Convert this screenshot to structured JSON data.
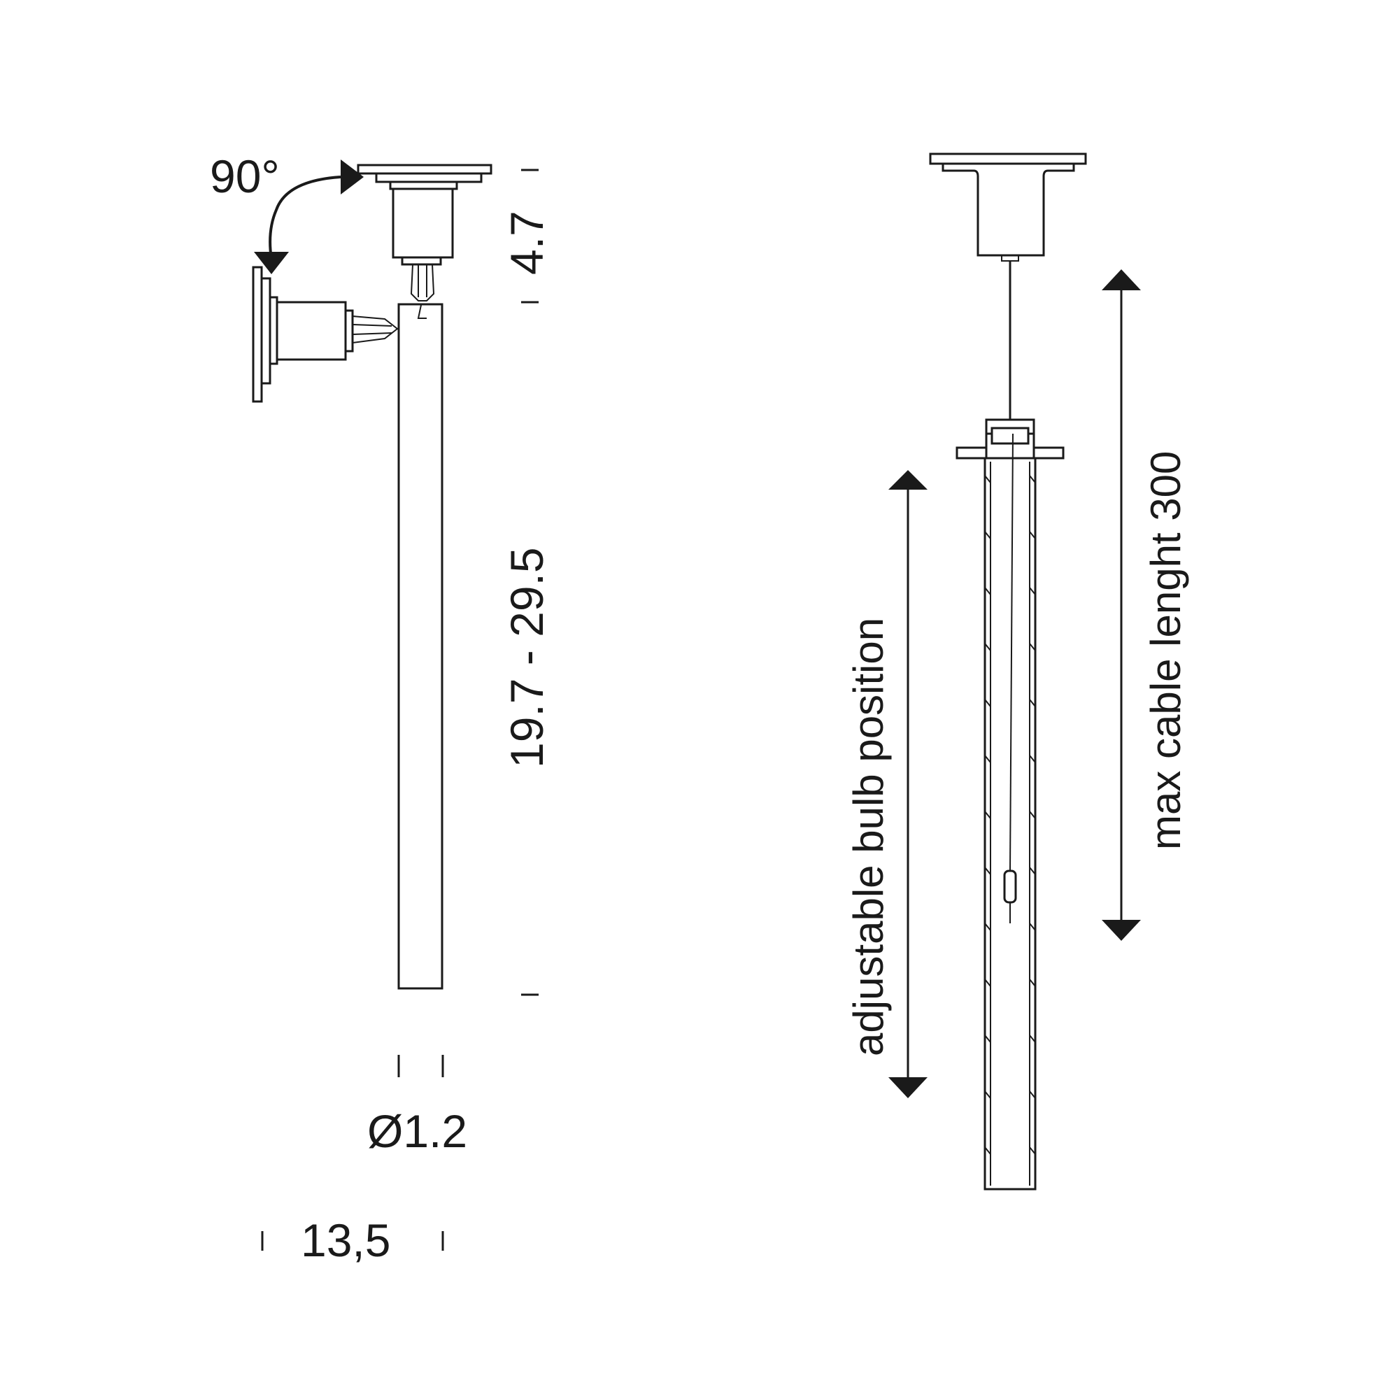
{
  "labels": {
    "rotation": "90°",
    "height_top": "4.7",
    "height_range": "19.7 - 29.5",
    "diameter": "Ø1.2",
    "width": "13,5",
    "adjustable": "adjustable bulb position",
    "cable": "max cable lenght 300"
  }
}
